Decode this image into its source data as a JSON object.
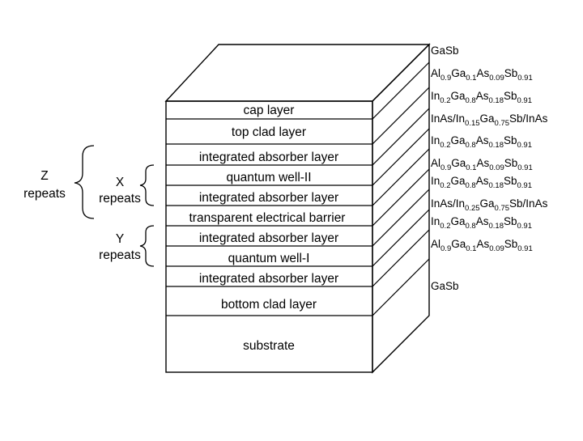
{
  "layers": [
    "cap layer",
    "top clad layer",
    "integrated absorber layer",
    "quantum well-II",
    "integrated absorber layer",
    "transparent electrical barrier",
    "integrated absorber layer",
    "quantum well-I",
    "integrated absorber layer",
    "bottom clad layer",
    "substrate"
  ],
  "repeats": {
    "z": {
      "letter": "Z",
      "word": "repeats"
    },
    "x": {
      "letter": "X",
      "word": "repeats"
    },
    "y": {
      "letter": "Y",
      "word": "repeats"
    }
  },
  "materials": [
    [
      {
        "t": "GaSb"
      }
    ],
    [
      {
        "t": "Al"
      },
      {
        "s": "0.9"
      },
      {
        "t": "Ga"
      },
      {
        "s": "0.1"
      },
      {
        "t": "As"
      },
      {
        "s": "0.09"
      },
      {
        "t": "Sb"
      },
      {
        "s": "0.91"
      }
    ],
    [
      {
        "t": "In"
      },
      {
        "s": "0.2"
      },
      {
        "t": "Ga"
      },
      {
        "s": "0.8"
      },
      {
        "t": "As"
      },
      {
        "s": "0.18"
      },
      {
        "t": "Sb"
      },
      {
        "s": "0.91"
      }
    ],
    [
      {
        "t": "InAs/In"
      },
      {
        "s": "0.15"
      },
      {
        "t": "Ga"
      },
      {
        "s": "0.75"
      },
      {
        "t": "Sb/InAs"
      }
    ],
    [
      {
        "t": "In"
      },
      {
        "s": "0.2"
      },
      {
        "t": "Ga"
      },
      {
        "s": "0.8"
      },
      {
        "t": "As"
      },
      {
        "s": "0.18"
      },
      {
        "t": "Sb"
      },
      {
        "s": "0.91"
      }
    ],
    [
      {
        "t": "Al"
      },
      {
        "s": "0.9"
      },
      {
        "t": "Ga"
      },
      {
        "s": "0.1"
      },
      {
        "t": "As"
      },
      {
        "s": "0.09"
      },
      {
        "t": "Sb"
      },
      {
        "s": "0.91"
      }
    ],
    [
      {
        "t": "In"
      },
      {
        "s": "0.2"
      },
      {
        "t": "Ga"
      },
      {
        "s": "0.8"
      },
      {
        "t": "As"
      },
      {
        "s": "0.18"
      },
      {
        "t": "Sb"
      },
      {
        "s": "0.91"
      }
    ],
    [
      {
        "t": "InAs/In"
      },
      {
        "s": "0.25"
      },
      {
        "t": "Ga"
      },
      {
        "s": "0.75"
      },
      {
        "t": "Sb/InAs"
      }
    ],
    [
      {
        "t": "In"
      },
      {
        "s": "0.2"
      },
      {
        "t": "Ga"
      },
      {
        "s": "0.8"
      },
      {
        "t": "As"
      },
      {
        "s": "0.18"
      },
      {
        "t": "Sb"
      },
      {
        "s": "0.91"
      }
    ],
    [
      {
        "t": "Al"
      },
      {
        "s": "0.9"
      },
      {
        "t": "Ga"
      },
      {
        "s": "0.1"
      },
      {
        "t": "As"
      },
      {
        "s": "0.09"
      },
      {
        "t": "Sb"
      },
      {
        "s": "0.91"
      }
    ],
    [
      {
        "t": "GaSb"
      }
    ]
  ]
}
